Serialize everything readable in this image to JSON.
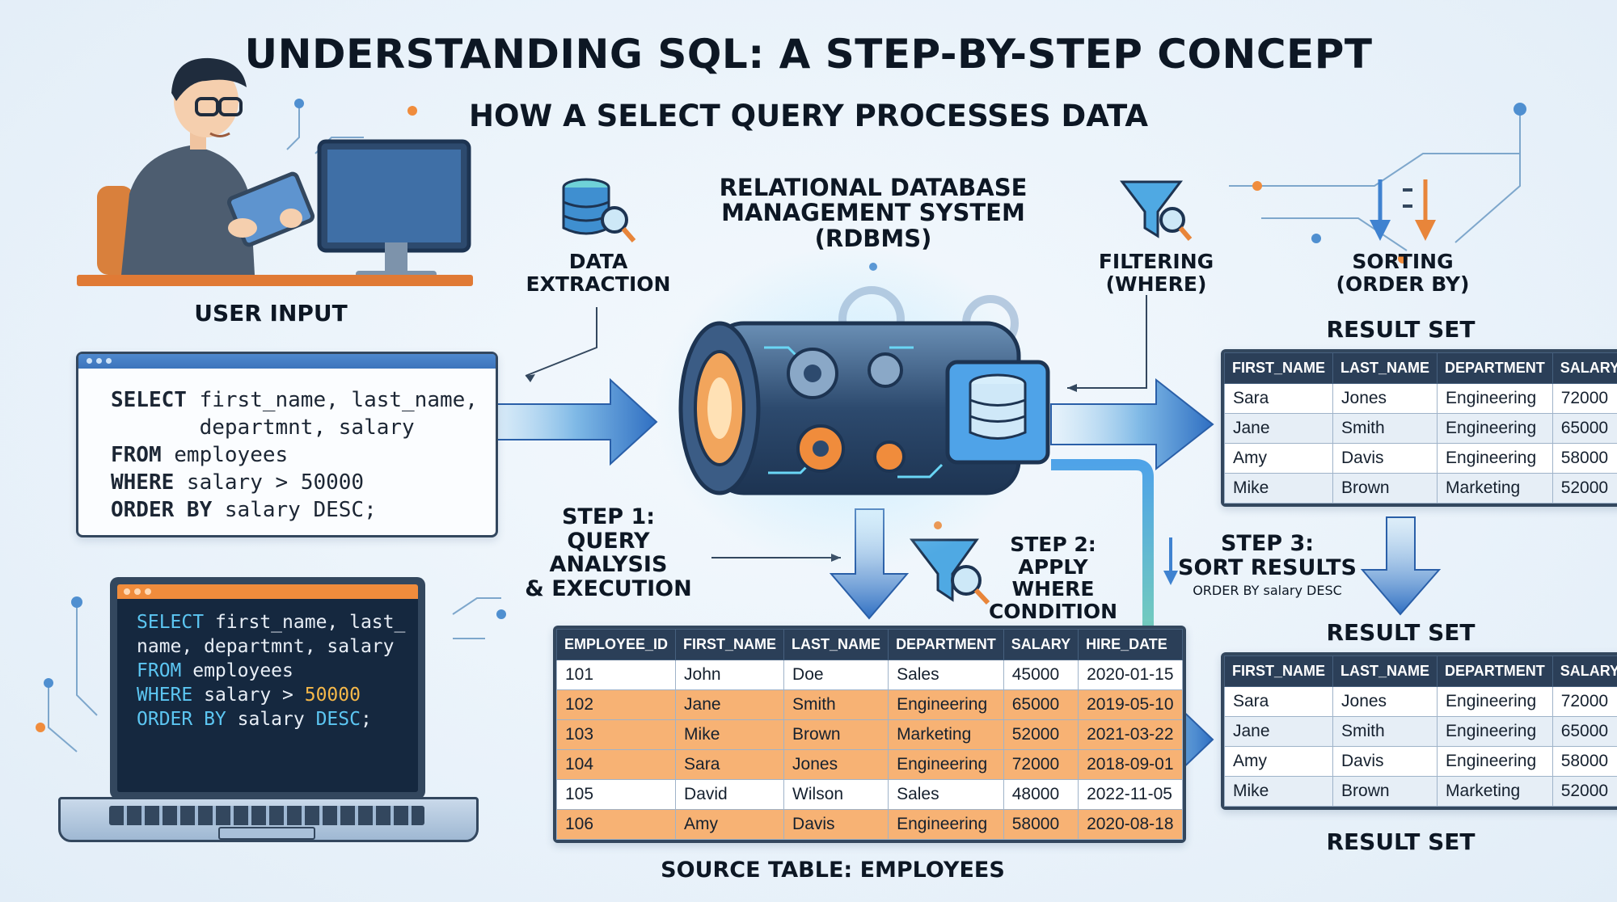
{
  "title": "UNDERSTANDING SQL: A STEP-BY-STEP CONCEPT",
  "subtitle": "HOW A SELECT QUERY PROCESSES DATA",
  "labels": {
    "user_input": "USER INPUT",
    "data_extraction": [
      "DATA",
      "EXTRACTION"
    ],
    "rdbms": [
      "RELATIONAL DATABASE",
      "MANAGEMENT SYSTEM",
      "(RDBMS)"
    ],
    "filtering": [
      "FILTERING",
      "(WHERE)"
    ],
    "sorting": [
      "SORTING",
      "(ORDER BY)"
    ],
    "step1": [
      "STEP 1:",
      "QUERY ANALYSIS",
      "& EXECUTION"
    ],
    "step2": [
      "STEP 2:",
      "APPLY WHERE",
      "CONDITION"
    ],
    "step3": [
      "STEP 3:",
      "SORT RESULTS"
    ],
    "step3_sub": "ORDER BY salary DESC",
    "result_set": "RESULT SET",
    "source_table": "SOURCE TABLE: EMPLOYEES"
  },
  "query_editor": {
    "lines": [
      [
        {
          "t": "SELECT",
          "k": true
        },
        {
          "t": " first_name, last_name,"
        }
      ],
      [
        {
          "t": "       departmnt, salary"
        }
      ],
      [
        {
          "t": "FROM",
          "k": true
        },
        {
          "t": " employees"
        }
      ],
      [
        {
          "t": "WHERE",
          "k": true
        },
        {
          "t": " salary > 50000"
        }
      ],
      [
        {
          "t": "ORDER BY",
          "k": true
        },
        {
          "t": " salary DESC;"
        }
      ]
    ]
  },
  "laptop_code": {
    "lines": [
      [
        {
          "t": "SELECT",
          "c": "kw"
        },
        {
          "t": " first_name, last_"
        }
      ],
      [
        {
          "t": "name, departmnt, salary"
        }
      ],
      [
        {
          "t": "FROM",
          "c": "kw"
        },
        {
          "t": " employees"
        }
      ],
      [
        {
          "t": "WHERE",
          "c": "kw"
        },
        {
          "t": " salary > "
        },
        {
          "t": "50000",
          "c": "num"
        }
      ],
      [
        {
          "t": "ORDER BY",
          "c": "kw"
        },
        {
          "t": " salary "
        },
        {
          "t": "DESC",
          "c": "kw"
        },
        {
          "t": ";"
        }
      ]
    ]
  },
  "result_table_top": {
    "headers": [
      "FIRST_NAME",
      "LAST_NAME",
      "DEPARTMENT",
      "SALARY"
    ],
    "rows": [
      [
        "Sara",
        "Jones",
        "Engineering",
        "72000"
      ],
      [
        "Jane",
        "Smith",
        "Engineering",
        "65000"
      ],
      [
        "Amy",
        "Davis",
        "Engineering",
        "58000"
      ],
      [
        "Mike",
        "Brown",
        "Marketing",
        "52000"
      ]
    ]
  },
  "result_table_bottom": {
    "headers": [
      "FIRST_NAME",
      "LAST_NAME",
      "DEPARTMENT",
      "SALARY"
    ],
    "rows": [
      [
        "Sara",
        "Jones",
        "Engineering",
        "72000"
      ],
      [
        "Jane",
        "Smith",
        "Engineering",
        "65000"
      ],
      [
        "Amy",
        "Davis",
        "Engineering",
        "58000"
      ],
      [
        "Mike",
        "Brown",
        "Marketing",
        "52000"
      ]
    ]
  },
  "source_table": {
    "headers": [
      "EMPLOYEE_ID",
      "FIRST_NAME",
      "LAST_NAME",
      "DEPARTMENT",
      "SALARY",
      "HIRE_DATE"
    ],
    "rows": [
      {
        "cells": [
          "101",
          "John",
          "Doe",
          "Sales",
          "45000",
          "2020-01-15"
        ],
        "highlight": false
      },
      {
        "cells": [
          "102",
          "Jane",
          "Smith",
          "Engineering",
          "65000",
          "2019-05-10"
        ],
        "highlight": true
      },
      {
        "cells": [
          "103",
          "Mike",
          "Brown",
          "Marketing",
          "52000",
          "2021-03-22"
        ],
        "highlight": true
      },
      {
        "cells": [
          "104",
          "Sara",
          "Jones",
          "Engineering",
          "72000",
          "2018-09-01"
        ],
        "highlight": true
      },
      {
        "cells": [
          "105",
          "David",
          "Wilson",
          "Sales",
          "48000",
          "2022-11-05"
        ],
        "highlight": false
      },
      {
        "cells": [
          "106",
          "Amy",
          "Davis",
          "Engineering",
          "58000",
          "2020-08-18"
        ],
        "highlight": true
      }
    ]
  },
  "colors": {
    "arrow_blue": "#3f82d0",
    "highlight_orange": "#f7b274",
    "header_navy": "#2b3f58",
    "accent_orange": "#f08c3c"
  }
}
